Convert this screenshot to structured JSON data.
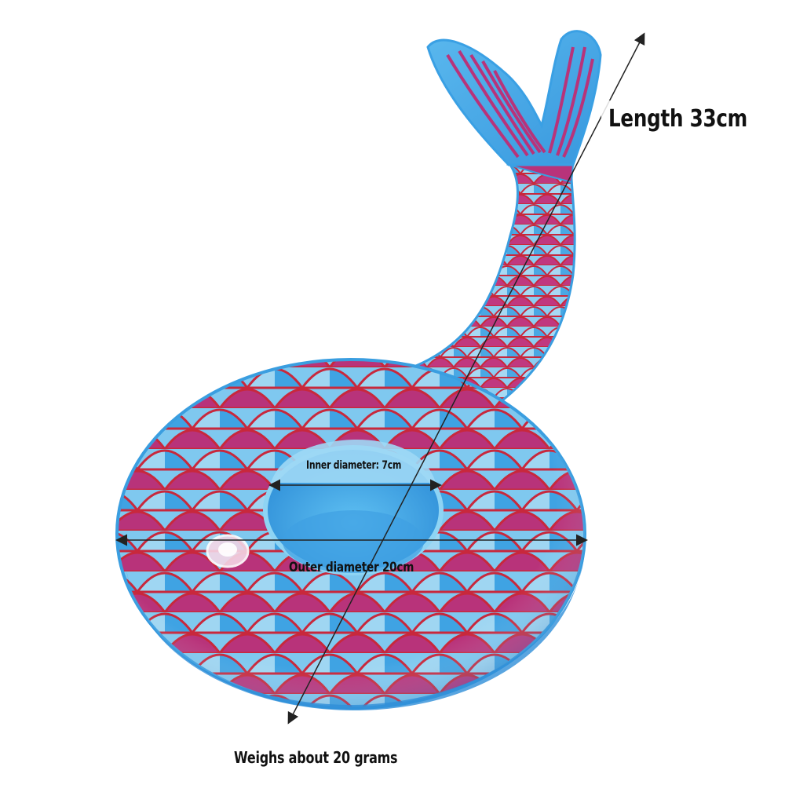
{
  "labels": {
    "length": "Length 33cm",
    "inner_diameter": "Inner diameter: 7cm",
    "outer_diameter": "Outer diameter 20cm",
    "weight": "Weighs about 20 grams"
  },
  "colors": {
    "scale_light_blue": "#7fc8ef",
    "scale_blue": "#3fa3e3",
    "scale_magenta": "#b8337a",
    "scale_pink": "#d0509a",
    "scale_edge_red": "#c8283c",
    "background": "#ffffff",
    "arrow": "#222222"
  }
}
